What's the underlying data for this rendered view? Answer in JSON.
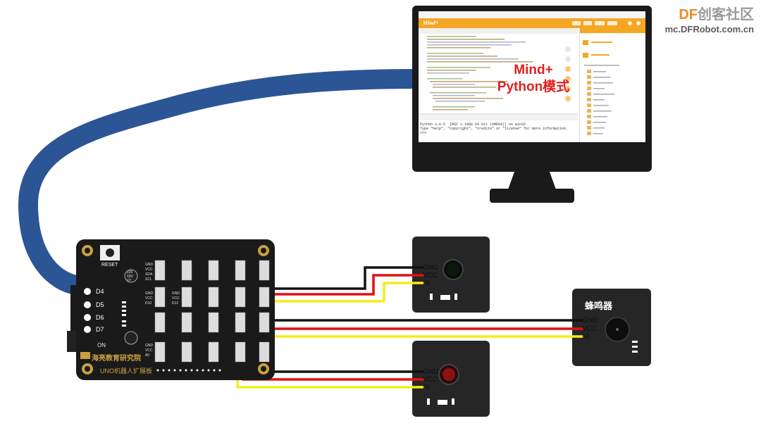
{
  "watermark": {
    "brand_df": "DF",
    "brand_cn": "创客社区",
    "url": "mc.DFRobot.com.cn"
  },
  "monitor": {
    "label_line1": "Mind+",
    "label_line2": "Python模式",
    "app_brand": "Mind+",
    "terminal_line1": "Python 3.6.5  [MSC v.1900 64 bit (AMD64)] on win32",
    "terminal_line2": "Type \"help\", \"copyright\", \"credits\" or \"license\" for more information.",
    "terminal_line3": ">>>"
  },
  "board": {
    "reset_label": "RESET",
    "digital_pins": [
      "D4",
      "D5",
      "D6",
      "D7"
    ],
    "on_label": "ON",
    "cap_text": [
      "220",
      "10V",
      "VT"
    ],
    "brand_text": "海亮教育研究院",
    "name": "UNO机器人扩展板",
    "header_labels_a": [
      "GND",
      "VCC",
      "SDA",
      "SCL"
    ],
    "header_labels_b": [
      "GND",
      "VCC",
      "D10"
    ],
    "header_labels_c": [
      "GND",
      "VCC",
      "D12"
    ],
    "header_labels_d": [
      "GND",
      "VCC",
      "A0"
    ]
  },
  "modules": {
    "top_led": {
      "pins": [
        "GND",
        "VCC",
        "NI"
      ]
    },
    "bottom_led": {
      "pins": [
        "GND",
        "VCC",
        "NI"
      ]
    },
    "buzzer": {
      "name": "蜂鸣器",
      "pins": [
        "GND",
        "VCC",
        "NI"
      ]
    }
  },
  "colors": {
    "cable_blue": "#2c5596",
    "wire_black": "#111111",
    "wire_red": "#e01010",
    "wire_yellow": "#f5ee1a",
    "label_red": "#e02020",
    "brand_orange": "#f08a24",
    "app_orange": "#f5a623"
  }
}
